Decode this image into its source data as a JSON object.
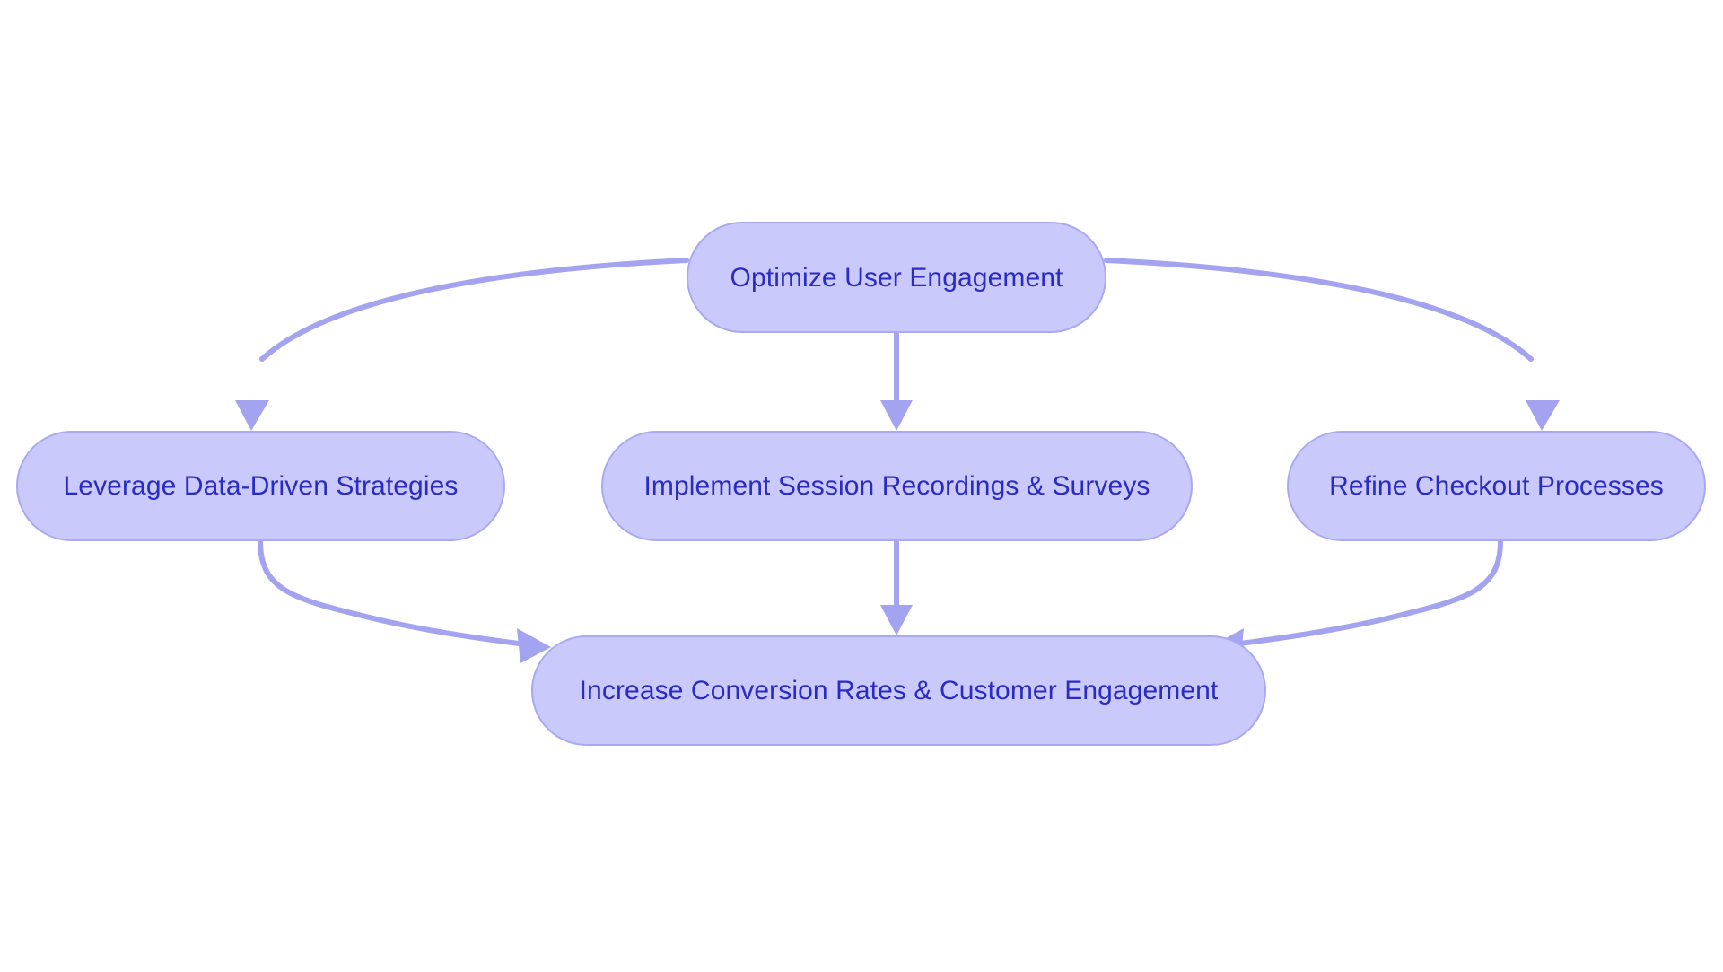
{
  "diagram": {
    "type": "flowchart",
    "title": "Optimize User Engagement flowchart",
    "orientation": "top-down",
    "colors": {
      "node_fill": "#c9c9fb",
      "node_border": "#a9a9f2",
      "node_text": "#2b2bc4",
      "edge_stroke": "#a3a3f0",
      "background": "#ffffff"
    },
    "nodes": [
      {
        "id": "root",
        "label": "Optimize User Engagement",
        "level": 0
      },
      {
        "id": "left",
        "label": "Leverage Data-Driven Strategies",
        "level": 1
      },
      {
        "id": "middle",
        "label": "Implement Session Recordings & Surveys",
        "level": 1
      },
      {
        "id": "right",
        "label": "Refine Checkout Processes",
        "level": 1
      },
      {
        "id": "outcome",
        "label": "Increase Conversion Rates & Customer Engagement",
        "level": 2
      }
    ],
    "edges": [
      {
        "id": "root-to-left",
        "from": "Optimize User Engagement",
        "to": "Leverage Data-Driven Strategies",
        "label": "",
        "arrow": "down"
      },
      {
        "id": "root-to-middle",
        "from": "Optimize User Engagement",
        "to": "Implement Session Recordings & Surveys",
        "label": "",
        "arrow": "down"
      },
      {
        "id": "root-to-right",
        "from": "Optimize User Engagement",
        "to": "Refine Checkout Processes",
        "label": "",
        "arrow": "down"
      },
      {
        "id": "left-to-outcome",
        "from": "Leverage Data-Driven Strategies",
        "to": "Increase Conversion Rates & Customer Engagement",
        "label": "",
        "arrow": "right"
      },
      {
        "id": "middle-to-outcome",
        "from": "Implement Session Recordings & Surveys",
        "to": "Increase Conversion Rates & Customer Engagement",
        "label": "",
        "arrow": "down"
      },
      {
        "id": "right-to-outcome",
        "from": "Refine Checkout Processes",
        "to": "Increase Conversion Rates & Customer Engagement",
        "label": "",
        "arrow": "left"
      }
    ]
  }
}
